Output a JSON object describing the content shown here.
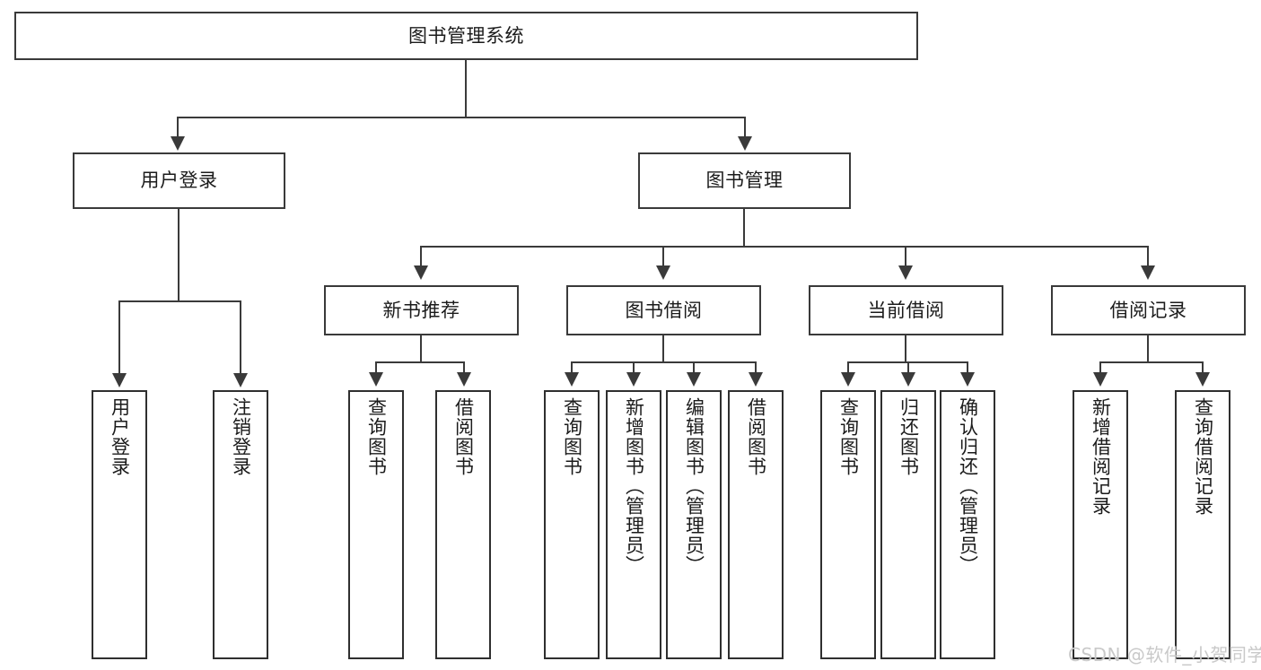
{
  "diagram": {
    "type": "tree",
    "title": "图书管理系统",
    "root": {
      "label": "图书管理系统"
    },
    "level1": [
      {
        "label": "用户登录"
      },
      {
        "label": "图书管理"
      }
    ],
    "level2": [
      {
        "label": "新书推荐"
      },
      {
        "label": "图书借阅"
      },
      {
        "label": "当前借阅"
      },
      {
        "label": "借阅记录"
      }
    ],
    "leaves": {
      "user_login": [
        {
          "label": "用户登录"
        },
        {
          "label": "注销登录"
        }
      ],
      "new_book_recommend": [
        {
          "label": "查询图书"
        },
        {
          "label": "借阅图书"
        }
      ],
      "book_borrow": [
        {
          "label": "查询图书"
        },
        {
          "label": "新增图书（管理员）"
        },
        {
          "label": "编辑图书（管理员）"
        },
        {
          "label": "借阅图书"
        }
      ],
      "current_borrow": [
        {
          "label": "查询图书"
        },
        {
          "label": "归还图书"
        },
        {
          "label": "确认归还（管理员）"
        }
      ],
      "borrow_record": [
        {
          "label": "新增借阅记录"
        },
        {
          "label": "查询借阅记录"
        }
      ]
    }
  },
  "watermark": {
    "text": "CSDN @软件_小贺同学"
  },
  "colors": {
    "box_border": "#3a3a3a",
    "leaf_border": "#2f2f2f",
    "text": "#1b1b1b",
    "background": "#ffffff",
    "watermark": "#c9c9c9"
  }
}
